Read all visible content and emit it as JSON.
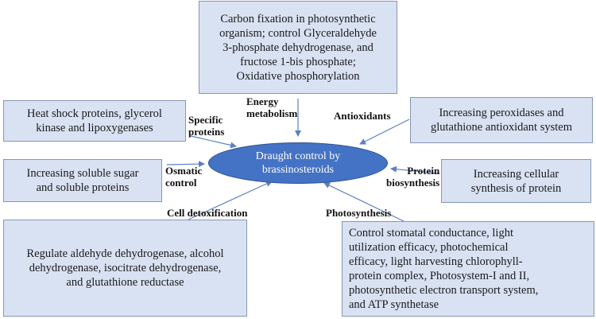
{
  "center": {
    "text": "Draught control by\nbrassinosteroids"
  },
  "boxes": {
    "top": "Carbon fixation in photosynthetic\norganism; control Glyceraldehyde\n3-phosphate dehydrogenase, and\nfructose 1-bis phosphate;\n Oxidative phosphorylation",
    "heat_shock": "Heat shock proteins, glycerol\nkinase and lipoxygenases",
    "soluble": "Increasing soluble sugar\nand soluble proteins",
    "aldehyde": "Regulate aldehyde dehydrogenase, alcohol\ndehydrogenase, isocitrate dehydrogenase,\nand glutathione reductase",
    "peroxidases": "Increasing peroxidases and\nglutathione antioxidant system",
    "protein_synthesis": "Increasing  cellular\nsynthesis of protein",
    "stomatal": "Control stomatal conductance, light\nutilization efficacy, photochemical\nefficacy, light harvesting chlorophyll-\nprotein complex, Photosystem-I and II,\nphotosynthetic electron transport system,\nand ATP synthetase"
  },
  "labels": {
    "energy": "Energy\nmetabolism",
    "specific": "Specific\nproteins",
    "antioxidants": "Antioxidants",
    "osmatic": "Osmatic\ncontrol",
    "protein_bio": "Protein\nbiosynthesis",
    "cell_detox": "Cell detoxification",
    "photosynthesis": "Photosynthesis"
  },
  "colors": {
    "box_fill": "#d9e2f3",
    "box_border": "#8497b0",
    "ellipse_fill": "#4472c4",
    "arrow": "#5b7fc4"
  }
}
